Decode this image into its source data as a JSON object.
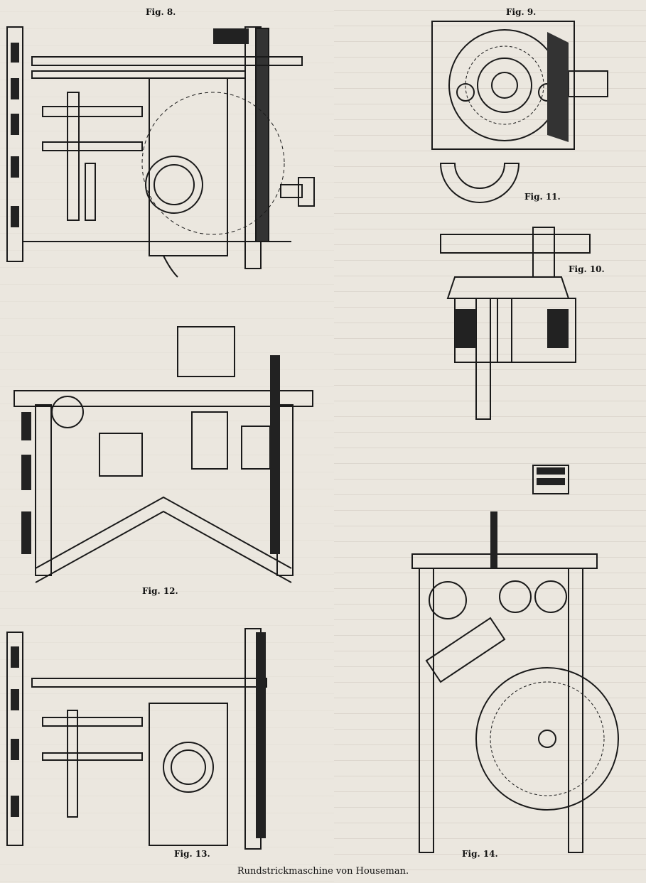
{
  "figures": {
    "fig8": "Fig. 8.",
    "fig9": "Fig. 9.",
    "fig10": "Fig. 10.",
    "fig11": "Fig. 11.",
    "fig12": "Fig. 12.",
    "fig13": "Fig. 13.",
    "fig14": "Fig. 14."
  },
  "caption": "Rundstrickmaschine von Houseman."
}
